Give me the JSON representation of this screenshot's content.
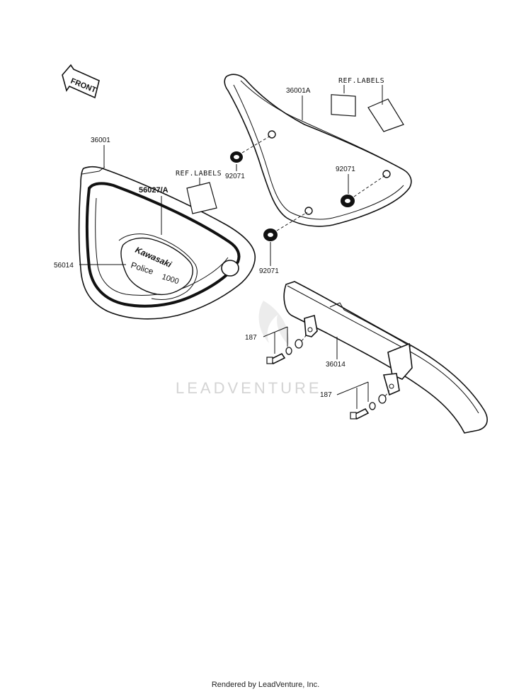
{
  "labels": {
    "front": "FRONT",
    "p36001": "36001",
    "p36001a": "36001A",
    "ref_labels_1": "REF.LABELS",
    "ref_labels_2": "REF.LABELS",
    "p56027a": "56027/A",
    "p56014": "56014",
    "p92071_a": "92071",
    "p92071_b": "92071",
    "p92071_c": "92071",
    "p187_a": "187",
    "p187_b": "187",
    "p36014": "36014"
  },
  "emblem": {
    "line1": "Kawasaki",
    "line2": "Police",
    "line3": "1000"
  },
  "watermark": "LEADVENTURE",
  "footer": "Rendered by LeadVenture, Inc."
}
